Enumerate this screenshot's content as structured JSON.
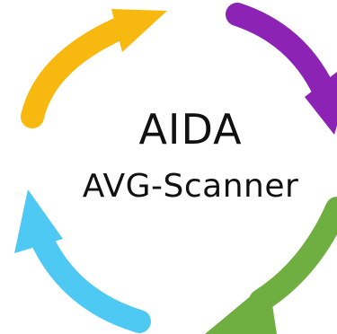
{
  "logo": {
    "name": "AIDA",
    "subtitle": "AVG-Scanner",
    "arrows": [
      {
        "id": "yellow-arrow",
        "color": "#f7b80f"
      },
      {
        "id": "purple-arrow",
        "color": "#8d23b5"
      },
      {
        "id": "green-arrow",
        "color": "#6fae41"
      },
      {
        "id": "blue-arrow",
        "color": "#4ec9f4"
      }
    ]
  }
}
